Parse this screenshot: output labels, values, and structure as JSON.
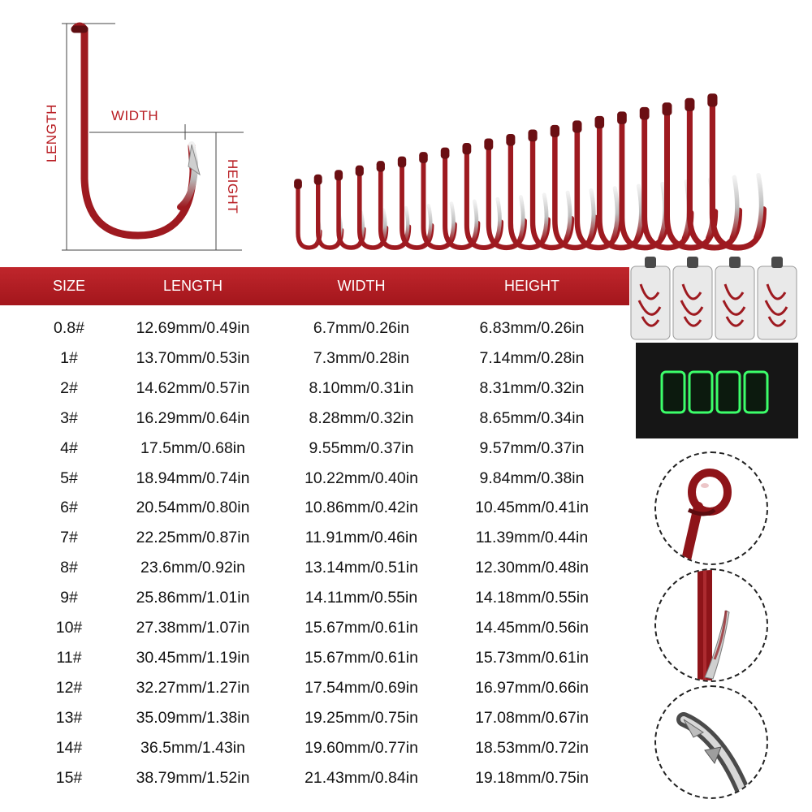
{
  "diagram": {
    "length_label": "LENGTH",
    "width_label": "WIDTH",
    "height_label": "HEIGHT"
  },
  "table": {
    "headers": [
      "SIZE",
      "LENGTH",
      "WIDTH",
      "HEIGHT"
    ],
    "rows": [
      [
        "0.8#",
        "12.69mm/0.49in",
        "6.7mm/0.26in",
        "6.83mm/0.26in"
      ],
      [
        "1#",
        "13.70mm/0.53in",
        "7.3mm/0.28in",
        "7.14mm/0.28in"
      ],
      [
        "2#",
        "14.62mm/0.57in",
        "8.10mm/0.31in",
        "8.31mm/0.32in"
      ],
      [
        "3#",
        "16.29mm/0.64in",
        "8.28mm/0.32in",
        "8.65mm/0.34in"
      ],
      [
        "4#",
        "17.5mm/0.68in",
        "9.55mm/0.37in",
        "9.57mm/0.37in"
      ],
      [
        "5#",
        "18.94mm/0.74in",
        "10.22mm/0.40in",
        "9.84mm/0.38in"
      ],
      [
        "6#",
        "20.54mm/0.80in",
        "10.86mm/0.42in",
        "10.45mm/0.41in"
      ],
      [
        "7#",
        "22.25mm/0.87in",
        "11.91mm/0.46in",
        "11.39mm/0.44in"
      ],
      [
        "8#",
        "23.6mm/0.92in",
        "13.14mm/0.51in",
        "12.30mm/0.48in"
      ],
      [
        "9#",
        "25.86mm/1.01in",
        "14.11mm/0.55in",
        "14.18mm/0.55in"
      ],
      [
        "10#",
        "27.38mm/1.07in",
        "15.67mm/0.61in",
        "14.45mm/0.56in"
      ],
      [
        "11#",
        "30.45mm/1.19in",
        "15.67mm/0.61in",
        "15.73mm/0.61in"
      ],
      [
        "12#",
        "32.27mm/1.27in",
        "17.54mm/0.69in",
        "16.97mm/0.66in"
      ],
      [
        "13#",
        "35.09mm/1.38in",
        "19.25mm/0.75in",
        "17.08mm/0.67in"
      ],
      [
        "14#",
        "36.5mm/1.43in",
        "19.60mm/0.77in",
        "18.53mm/0.72in"
      ],
      [
        "15#",
        "38.79mm/1.52in",
        "21.43mm/0.84in",
        "19.18mm/0.75in"
      ]
    ]
  },
  "colors": {
    "hook_red": "#9e1a20",
    "band_red": "#b11c22",
    "label_red": "#b81c22",
    "text": "#141414",
    "glow_green": "#3cff6a"
  },
  "icons": [
    "fish-hook-icon",
    "hook-eye-icon",
    "hook-barb-icon",
    "hook-point-icon"
  ]
}
